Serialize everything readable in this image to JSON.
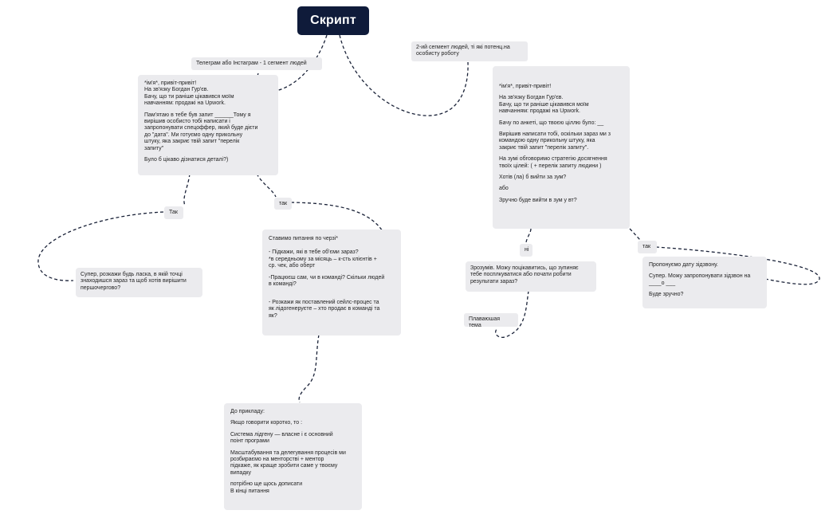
{
  "title": "Скрипт",
  "nodes": {
    "segment1": {
      "text": "Телеграм або Інстаграм - 1 сегмент людей"
    },
    "segment2": {
      "text": "2-ий сегмент людей, ті які потенц.на\nособисту роботу"
    },
    "script1": {
      "paragraphs": [
        "*ім'я*, привіт-привіт!\nНа зв'язку Богдан Гур'єв.\n Бачу, що ти раніше цікавився моїм\nнавчанням: продажі на Upwork.",
        "Пам'ятаю в тебе був запит ______Тому я\nвирішив особисто тобі написати і\nзапропонувати спецоффер, який буде дієти\nдо \"дата\". Ми готуємо одну прикольну\nштуку, яка закриє твій запит \"перелік\nзапиту\"",
        "Було б цікаво дізнатися деталі?)"
      ]
    },
    "script2": {
      "paragraphs": [
        "*ім'я*, привіт-привіт!",
        "На зв'язку Богдан Гур'єв.\n Бачу, що ти раніше цікавився моїм\nнавчанням: продажі на Upwork.",
        "Бачу по анкеті, що твоєю ціллю було: __",
        "Вирішив написати тобі, оскільки зараз ми з\nкомандою одну прикольну штуку, яка\nзакриє твій запит \"перелік запиту\".",
        "На зумі обговоримо стратегію досягнення\nтвоїх цілей: ( + перелік запиту людини )",
        "Хотів (ла) б вийти за зум?",
        "або",
        "Зручно буде вийти в зум у вт?"
      ]
    },
    "yes_left": {
      "text": "Так"
    },
    "yes_mid": {
      "text": "так"
    },
    "yes_right": {
      "text": "так"
    },
    "no_right": {
      "text": "ні"
    },
    "super1": {
      "text": "Супер, розкажи будь ласка, в якій точці\nзнаходишся зараз та щоб хотів вирішити\nпершочергово?"
    },
    "questions": {
      "paragraphs": [
        "Ставимо питання по черзі*",
        "- Підкажи, які в тебе об'єми зараз?\n*в середньому за місяць – к-сть клієнтів +\nср. чек, або оберт",
        "-Працюєш сам, чи в команді? Скільки людей\nв команді?",
        "\n- Розкажи як поставлений сейлс-процес та\nяк лідогенеруєте – хто продає в команді та\nяк?"
      ]
    },
    "example": {
      "paragraphs": [
        "До прикладу:",
        "Якщо говорити коротко, то :",
        "Система лідгену — власне і є основний\nпоінт програми",
        "Масштабування та делегування процесів ми\nрозбираємо на менторстві + ментор\nпідкаже, як краще зробити саме у твоєму\nвипадку",
        "потрібно ще щось дописати\nВ кінці питання"
      ]
    },
    "understood": {
      "text": "Зрозумів. Можу поцікавитись, що зупиняє\nтебе посплкуватися або почати робити\nрезультати зараз?"
    },
    "floating": {
      "text": "Плаваюшая тема"
    },
    "offer": {
      "paragraphs": [
        "Пропонуємо дату зідзвону.",
        "Супер. Можу запропонувати зідзвон на\n____о ___",
        "Буде зручно?"
      ]
    }
  }
}
